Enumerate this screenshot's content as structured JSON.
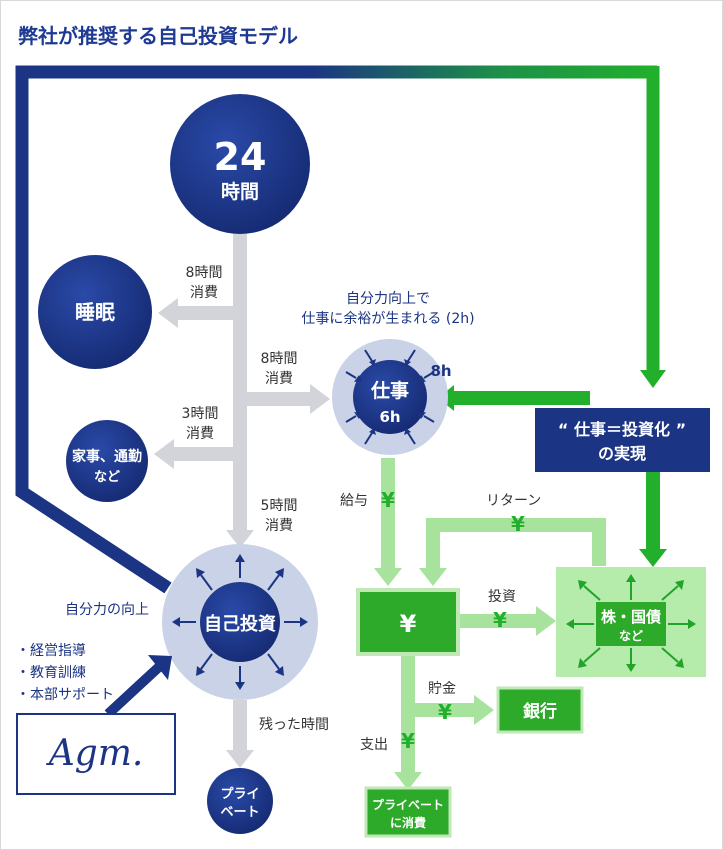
{
  "title": "弊社が推奨する自己投資モデル",
  "nodes": {
    "hours24": {
      "big": "24",
      "small": "時間"
    },
    "sleep": "睡眠",
    "housework": [
      "家事、通勤",
      "など"
    ],
    "work": {
      "label": "仕事",
      "hours": "6h",
      "extra": "8h"
    },
    "self_invest": "自己投資",
    "private": [
      "プライ",
      "ベート"
    ],
    "yen_box": "¥",
    "stocks": [
      "株・国債",
      "など"
    ],
    "bank": "銀行",
    "private_spend": [
      "プライベート",
      "に消費"
    ],
    "work_invest": [
      "“ 仕事＝投資化 ”",
      "の実現"
    ]
  },
  "labels": {
    "sleep_consume": [
      "8時間",
      "消費"
    ],
    "work_consume": [
      "8時間",
      "消費"
    ],
    "house_consume": [
      "3時間",
      "消費"
    ],
    "self_consume": [
      "5時間",
      "消費"
    ],
    "ability_up_work": [
      "自分力向上で",
      "仕事に余裕が生まれる (2h)"
    ],
    "salary": "給与",
    "return": "リターン",
    "invest": "投資",
    "saving": "貯金",
    "spending": "支出",
    "remaining": "残った時間",
    "self_ability_up": "自分力の向上",
    "yen_mark": "¥"
  },
  "support_list": [
    "・経営指導",
    "・教育訓練",
    "・本部サポート"
  ],
  "logo_text": "Agm.",
  "colors": {
    "navy": "#1b3483",
    "gray_arrow": "#d2d4da",
    "halo": "#c9d2e6",
    "green_dark": "#1fa12a",
    "green_light": "#a8e39d",
    "green_box": "#2eaa2a",
    "green_pale_box": "#b5ebab"
  }
}
